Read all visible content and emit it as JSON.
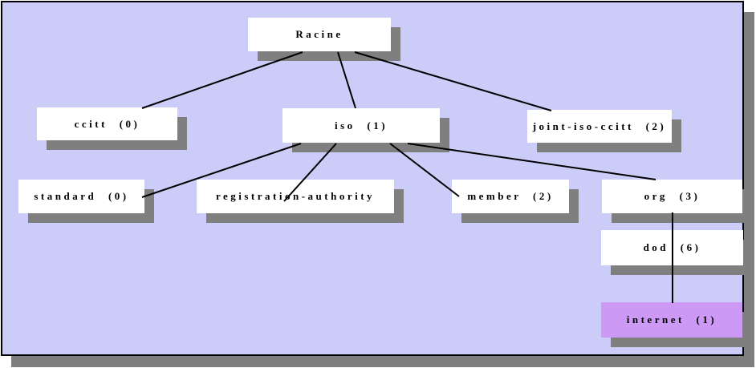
{
  "colors": {
    "canvas_background": "#ccccf8",
    "node_background": "#ffffff",
    "highlight_node_background": "#cc99f5",
    "shadow": "#7f7f7f",
    "connector": "#000000",
    "frame_border": "#000000"
  },
  "tree": {
    "nodes": [
      {
        "id": "racine",
        "label": "Racine",
        "highlighted": false
      },
      {
        "id": "ccitt",
        "label": "ccitt (0)",
        "highlighted": false
      },
      {
        "id": "iso",
        "label": "iso (1)",
        "highlighted": false
      },
      {
        "id": "joint-iso-ccitt",
        "label": "joint-iso-ccitt (2)",
        "highlighted": false
      },
      {
        "id": "standard",
        "label": "standard (0)",
        "highlighted": false
      },
      {
        "id": "registration-authority",
        "label": "registration-authority",
        "highlighted": false
      },
      {
        "id": "member",
        "label": "member (2)",
        "highlighted": false
      },
      {
        "id": "org",
        "label": "org (3)",
        "highlighted": false
      },
      {
        "id": "dod",
        "label": "dod (6)",
        "highlighted": false
      },
      {
        "id": "internet",
        "label": "internet (1)",
        "highlighted": true
      }
    ],
    "edges": [
      {
        "from": "racine",
        "to": "ccitt"
      },
      {
        "from": "racine",
        "to": "iso"
      },
      {
        "from": "racine",
        "to": "joint-iso-ccitt"
      },
      {
        "from": "iso",
        "to": "standard"
      },
      {
        "from": "iso",
        "to": "registration-authority"
      },
      {
        "from": "iso",
        "to": "member"
      },
      {
        "from": "iso",
        "to": "org"
      },
      {
        "from": "org",
        "to": "dod"
      },
      {
        "from": "dod",
        "to": "internet"
      }
    ]
  }
}
